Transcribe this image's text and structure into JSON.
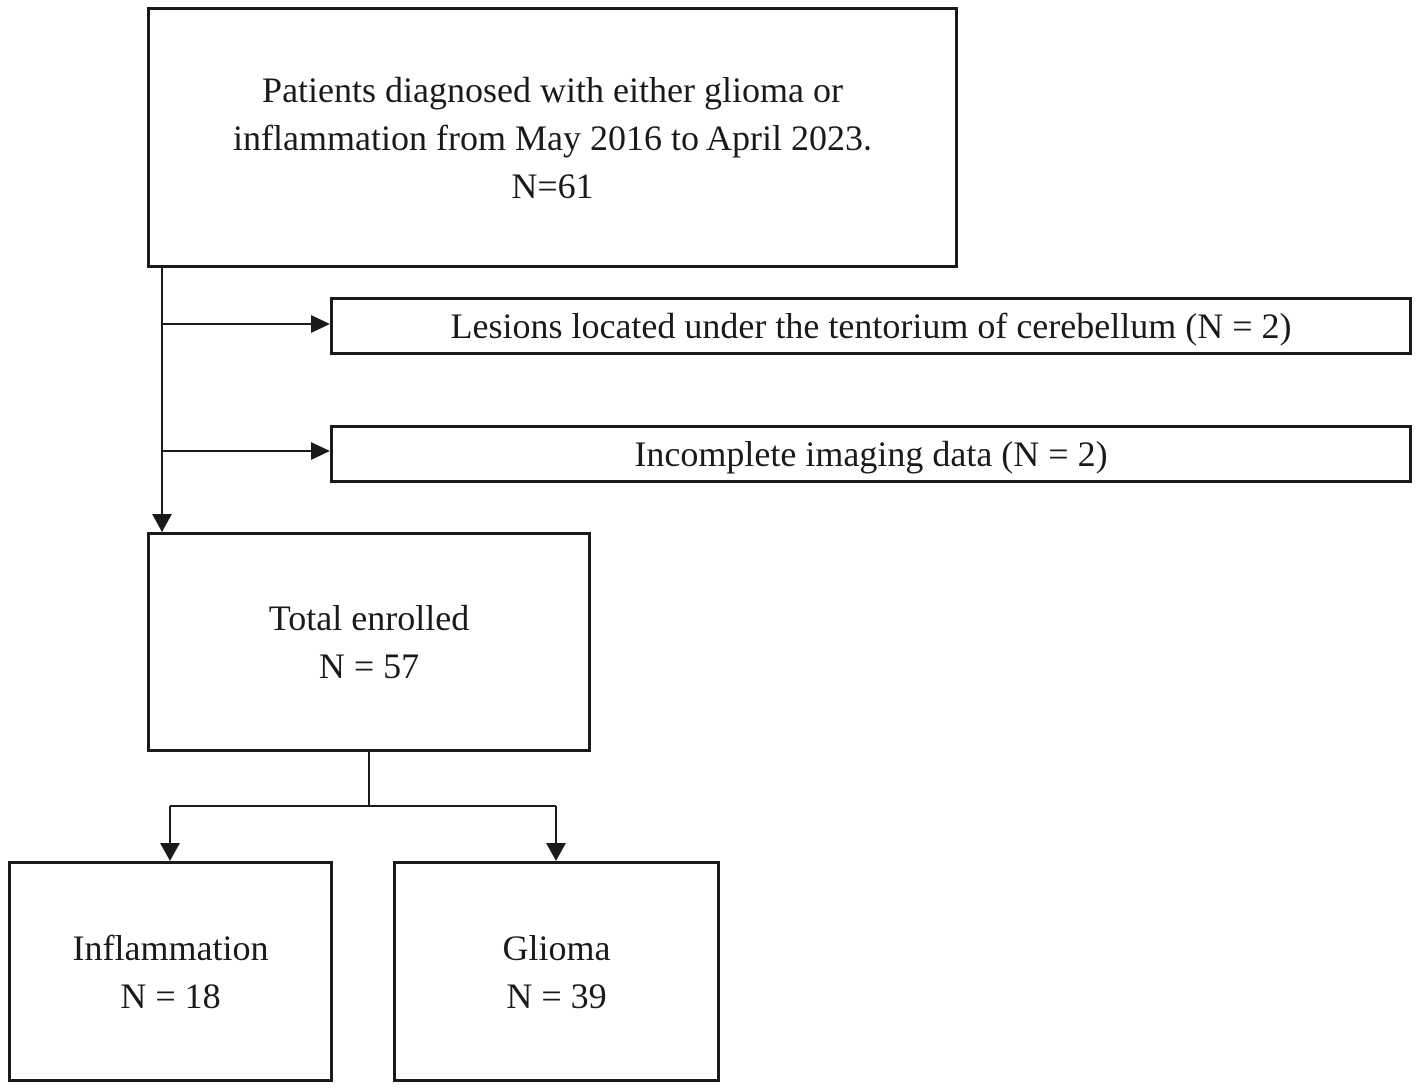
{
  "boxes": {
    "top": {
      "lines": [
        "Patients diagnosed with either glioma or",
        "inflammation from May 2016 to April 2023.",
        "N=61"
      ]
    },
    "exclusion_1": {
      "text": "Lesions located under the tentorium of cerebellum (N = 2)"
    },
    "exclusion_2": {
      "text": "Incomplete imaging data (N = 2)"
    },
    "enrolled": {
      "lines": [
        "Total enrolled",
        "N = 57"
      ]
    },
    "inflammation": {
      "lines": [
        "Inflammation",
        "N = 18"
      ]
    },
    "glioma": {
      "lines": [
        "Glioma",
        "N = 39"
      ]
    }
  },
  "colors": {
    "stroke": "#1a1a1a",
    "background": "#ffffff"
  }
}
